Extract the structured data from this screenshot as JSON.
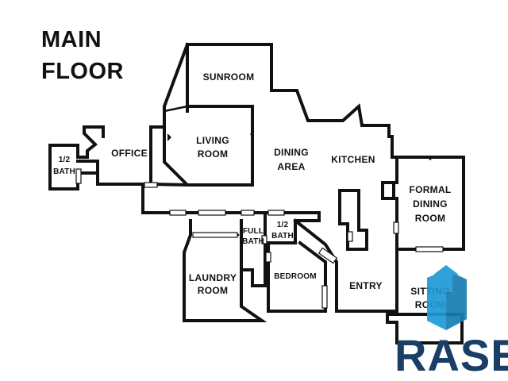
{
  "heading": {
    "line1": "MAIN",
    "line2": "FLOOR"
  },
  "rooms": {
    "sunroom": "SUNROOM",
    "living": {
      "line1": "LIVING",
      "line2": "ROOM"
    },
    "dining_area": {
      "line1": "DINING",
      "line2": "AREA"
    },
    "kitchen": "KITCHEN",
    "office": "OFFICE",
    "half_bath_left": {
      "line1": "1/2",
      "line2": "BATH"
    },
    "formal_dining": {
      "line1": "FORMAL",
      "line2": "DINING",
      "line3": "ROOM"
    },
    "full_bath": {
      "line1": "FULL",
      "line2": "BATH"
    },
    "half_bath_mid": {
      "line1": "1/2",
      "line2": "BATH"
    },
    "laundry": {
      "line1": "LAUNDRY",
      "line2": "ROOM"
    },
    "bedroom": "BEDROOM",
    "entry": "ENTRY",
    "sitting": {
      "line1": "SITTING",
      "line2": "ROOM"
    }
  },
  "brand": {
    "name": "RASE",
    "logo_icon": "house-arrow-logo-icon",
    "colors": {
      "primary": "#1a3f66",
      "accent": "#1e9ad6",
      "accent_dark": "#167db0"
    }
  }
}
